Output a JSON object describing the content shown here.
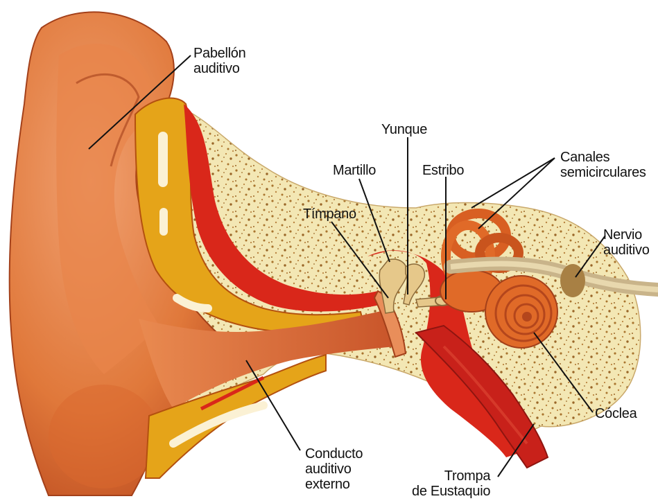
{
  "labels": {
    "pabellon": [
      "Pabellón",
      "auditivo"
    ],
    "yunque": [
      "Yunque"
    ],
    "martillo": [
      "Martillo"
    ],
    "estribo": [
      "Estribo"
    ],
    "canales": [
      "Canales",
      "semicirculares"
    ],
    "timpano": [
      "Tímpano"
    ],
    "nervio": [
      "Nervio",
      "auditivo"
    ],
    "coclea": [
      "Cóclea"
    ],
    "conducto": [
      "Conducto",
      "auditivo",
      "externo"
    ],
    "trompa": [
      "Trompa",
      "de Eustaquio"
    ]
  },
  "colors": {
    "skin": "#e0783a",
    "skin_dark": "#b8461c",
    "bone": "#f3e7b4",
    "bone_speckle": "#a9742e",
    "cartilage": "#e5a419",
    "red": "#d9271a",
    "red_dark": "#a3160f",
    "cochlea": "#e06a28",
    "nerve": "#c9b48a"
  }
}
